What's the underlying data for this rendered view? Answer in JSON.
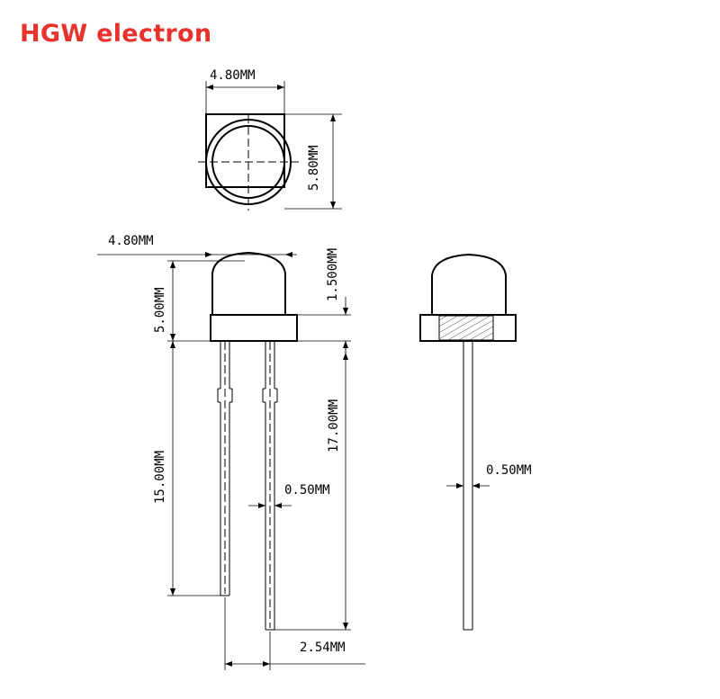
{
  "brand": {
    "title": "HGW electron",
    "color": "#e8322c"
  },
  "dimensions": {
    "top_width": "4.80MM",
    "top_height": "5.80MM",
    "side_width": "4.80MM",
    "body_height": "5.00MM",
    "flange_height": "1.500MM",
    "short_lead": "15.00MM",
    "long_lead": "17.00MM",
    "lead_diameter": "0.50MM",
    "lead_pitch": "2.54MM",
    "profile_lead_diameter": "0.50MM"
  }
}
